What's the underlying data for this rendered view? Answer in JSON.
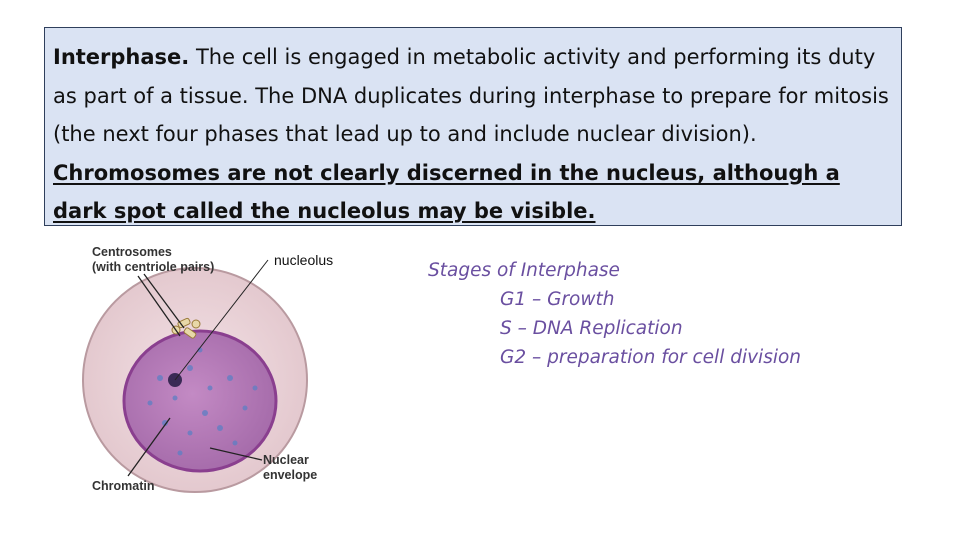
{
  "intro": {
    "heading": "Interphase.",
    "text_plain": " The cell is engaged in metabolic activity and performing its duty as part of a tissue. The DNA duplicates during interphase to prepare for mitosis (the next four phases that lead up to and include nuclear division). ",
    "text_underlined": "Chromosomes are not clearly discerned in the nucleus, although a dark spot called the nucleolus may be visible."
  },
  "diagram": {
    "label_centrosomes_1": "Centrosomes",
    "label_centrosomes_2": "(with centriole pairs)",
    "label_nucleolus": "nucleolus",
    "label_nuclear_1": "Nuclear",
    "label_nuclear_2": "envelope",
    "label_chromatin": "Chromatin"
  },
  "stages": {
    "title": "Stages of Interphase",
    "items": [
      "G1 – Growth",
      "S – DNA Replication",
      "G2 – preparation for cell division"
    ]
  },
  "colors": {
    "box_fill": "#dae3f3",
    "stages_text": "#6a4fa0",
    "cytoplasm": "#ead5da",
    "nucleus": "#b97fbb"
  }
}
